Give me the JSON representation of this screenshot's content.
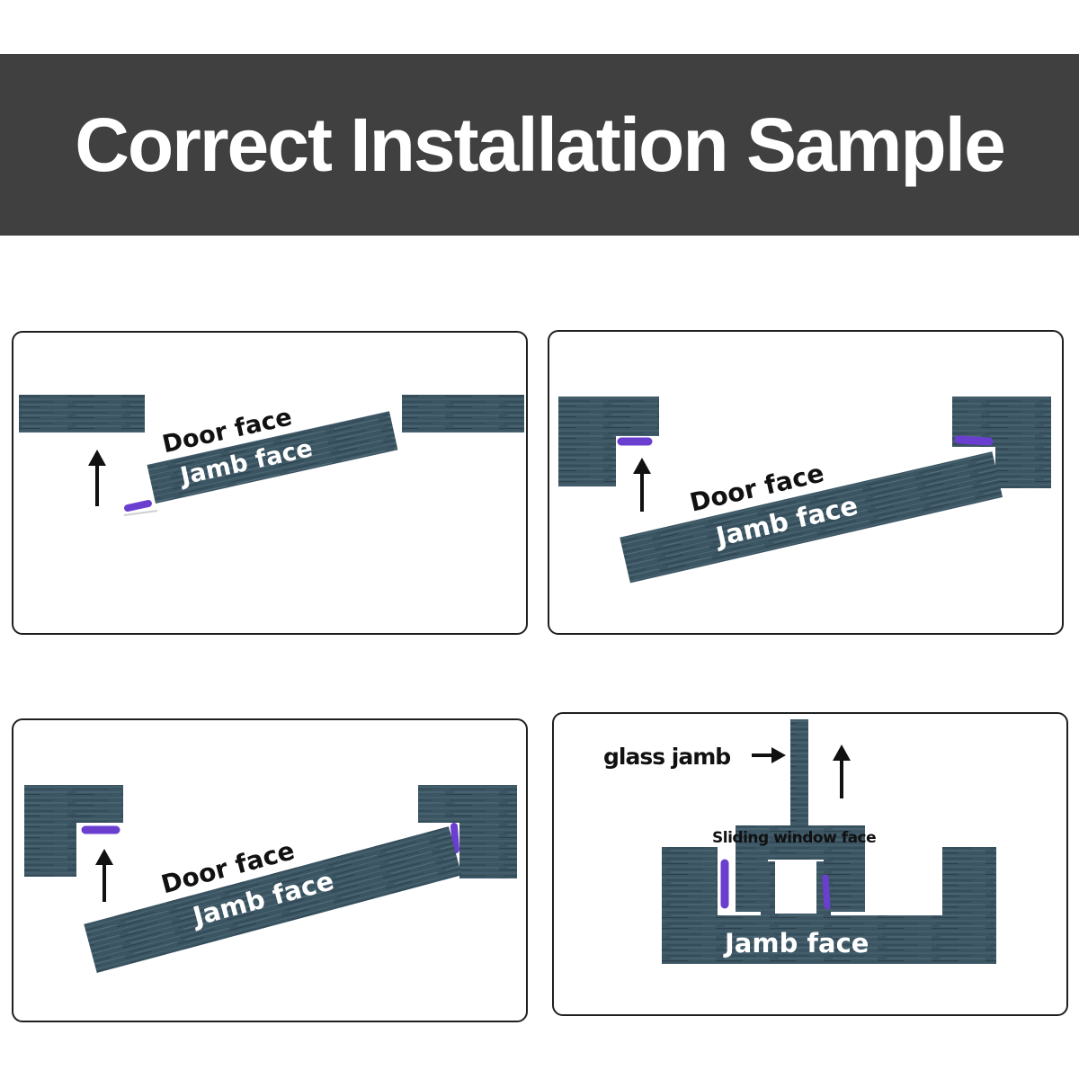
{
  "header": {
    "title": "Correct Installation Sample"
  },
  "colors": {
    "banner": "#404040",
    "wood": "#3b5563",
    "seal": "#6a3fd0",
    "border": "#1f1f1f"
  },
  "icons": [
    "up-arrow-icon",
    "right-arrow-icon"
  ],
  "panels": [
    {
      "door_label": "Door face",
      "jamb_label": "Jamb face"
    },
    {
      "door_label": "Door face",
      "jamb_label": "Jamb face"
    },
    {
      "door_label": "Door face",
      "jamb_label": "Jamb face"
    },
    {
      "glass_label": "glass jamb",
      "window_label": "Sliding window face",
      "jamb_label": "Jamb face"
    }
  ]
}
